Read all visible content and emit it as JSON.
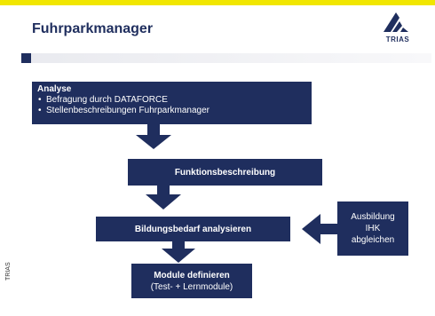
{
  "slide": {
    "title": "Fuhrparkmanager",
    "side_label": "TRIAS"
  },
  "logo": {
    "text": "TRIAS"
  },
  "diagram": {
    "analyse": {
      "heading": "Analyse",
      "bullets": [
        "Befragung durch DATAFORCE",
        "Stellenbeschreibungen Fuhrparkmanager"
      ]
    },
    "funktion": "Funktionsbeschreibung",
    "bildung": "Bildungsbedarf analysieren",
    "ausbildung": [
      "Ausbildung",
      "IHK",
      "abgleichen"
    ],
    "module": [
      "Module definieren",
      "(Test- + Lernmodule)"
    ]
  },
  "colors": {
    "box": "#1f2e5e",
    "accent_yellow": "#f1e600"
  }
}
